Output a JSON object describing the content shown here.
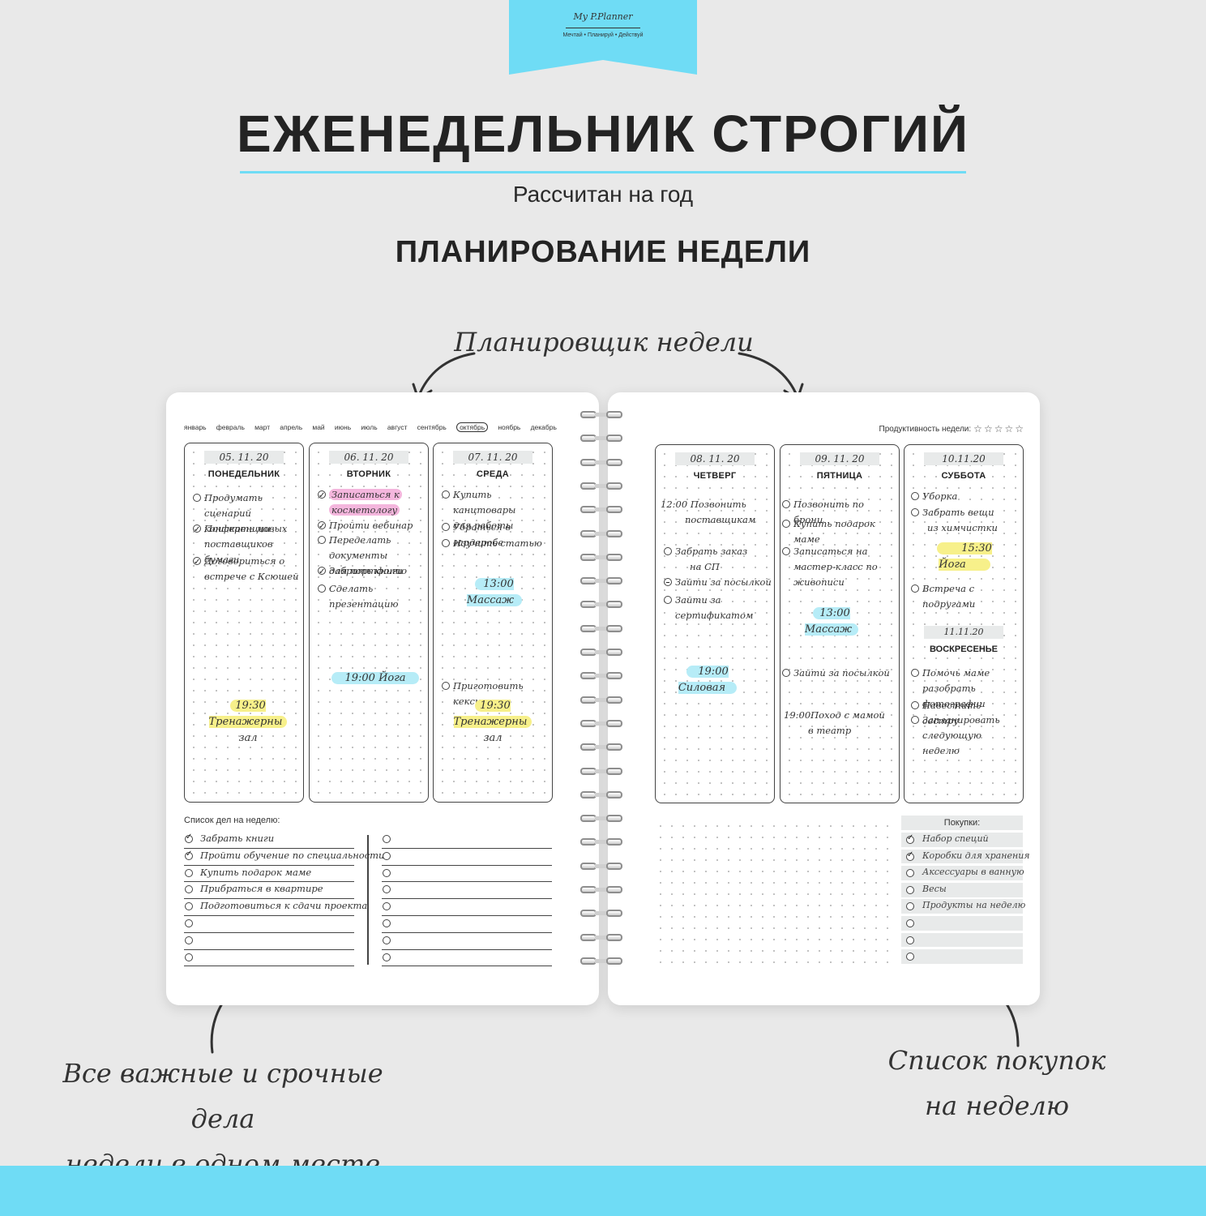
{
  "brand": {
    "logo_text": "My P.Planner",
    "tagline": "Мечтай • Планируй • Действуй",
    "ribbon_color": "#6fdcf5"
  },
  "header": {
    "title": "ЕЖЕНЕДЕЛЬНИК СТРОГИЙ",
    "subtitle": "Рассчитан на год",
    "section": "ПЛАНИРОВАНИЕ НЕДЕЛИ"
  },
  "callouts": {
    "top": "Планировщик недели",
    "bottom_left_1": "Все важные и срочные дела",
    "bottom_left_2": "недели в одном месте",
    "bottom_right_1": "Список покупок",
    "bottom_right_2": "на неделю"
  },
  "months": {
    "items": [
      "январь",
      "февраль",
      "март",
      "апрель",
      "май",
      "июнь",
      "июль",
      "август",
      "сентябрь",
      "октябрь",
      "ноябрь",
      "декабрь"
    ],
    "current_index": 9
  },
  "productivity": {
    "label": "Продуктивность недели:",
    "stars_total": 5,
    "stars_filled": 0
  },
  "days": {
    "mon": {
      "date": "05. 11. 20",
      "name": "ПОНЕДЕЛЬНИК",
      "tasks": [
        {
          "text": "Продумать сценарий",
          "cont": "конференции",
          "state": "open"
        },
        {
          "text": "Поискать новых",
          "cont": "поставщиков бумаги",
          "state": "done"
        },
        {
          "text": "Договориться о",
          "cont": "встрече с Ксюшей",
          "state": "done"
        }
      ],
      "event": {
        "time": "19:30",
        "title": "Тренажерны",
        "cont": "зал",
        "color": "yellow"
      }
    },
    "tue": {
      "date": "06. 11. 20",
      "name": "ВТОРНИК",
      "tasks": [
        {
          "text": "Записаться к",
          "cont": "косметологу",
          "state": "done"
        },
        {
          "text": "Пройти вебинар",
          "state": "done"
        },
        {
          "text": "Переделать документы",
          "cont": "для портфолио",
          "state": "open"
        },
        {
          "text": "Забрать книги",
          "state": "done"
        },
        {
          "text": "Сделать презентацию",
          "state": "open"
        }
      ],
      "event": {
        "time": "19:00",
        "title": "Йога",
        "color": "blue"
      }
    },
    "wed": {
      "date": "07. 11. 20",
      "name": "СРЕДА",
      "tasks": [
        {
          "text": "Купить канцтовары",
          "cont": "для работы",
          "state": "open"
        },
        {
          "text": "Убраться в гардеробе",
          "state": "open"
        },
        {
          "text": "Изучить статью",
          "state": "open"
        }
      ],
      "event1": {
        "time": "13:00",
        "title": "Массаж",
        "color": "blue"
      },
      "task_late": "Приготовить кексики",
      "event2": {
        "time": "19:30",
        "title": "Тренажерны",
        "cont": "зал",
        "color": "yellow"
      }
    },
    "thu": {
      "date": "08. 11. 20",
      "name": "ЧЕТВЕРГ",
      "timed": {
        "time": "12:00",
        "text": "Позвонить",
        "cont": "поставщикам"
      },
      "tasks": [
        {
          "text": "Забрать заказ",
          "cont": "на СП",
          "state": "open"
        },
        {
          "text": "Зайти за посылкой",
          "state": "partial"
        },
        {
          "text": "Зайти за",
          "cont": "сертификатом",
          "state": "open"
        }
      ],
      "event": {
        "time": "19:00",
        "title": "Силовая",
        "color": "blue"
      }
    },
    "fri": {
      "date": "09. 11. 20",
      "name": "ПЯТНИЦА",
      "tasks": [
        {
          "text": "Позвонить по брони",
          "state": "open"
        },
        {
          "text": "Купить подарок маме",
          "state": "open"
        },
        {
          "text": "Записаться на",
          "cont": "мастер-класс по",
          "cont2": "живописи",
          "state": "open"
        }
      ],
      "event": {
        "time": "13:00",
        "title": "Массаж",
        "color": "blue"
      },
      "task_late": "Зайти за посылкой",
      "timed": {
        "time": "19:00",
        "text": "Поход с мамой",
        "cont": "в театр"
      }
    },
    "sat": {
      "date": "10.11.20",
      "name": "СУББОТА",
      "tasks": [
        {
          "text": "Уборка",
          "state": "open"
        },
        {
          "text": "Забрать вещи",
          "cont": "из химчистки",
          "state": "open"
        }
      ],
      "event": {
        "time": "15:30",
        "title": "Йога",
        "color": "yellow"
      },
      "task_late": "Встреча с подругами"
    },
    "sun": {
      "date": "11.11.20",
      "name": "ВОСКРЕСЕНЬЕ",
      "tasks": [
        {
          "text": "Помочь маме",
          "cont": "разобрать фотографии",
          "state": "open"
        },
        {
          "text": "Навестить сестру",
          "state": "open"
        },
        {
          "text": "Запланировать",
          "cont": "следующую неделю",
          "state": "open"
        }
      ]
    }
  },
  "weekly_todo": {
    "title": "Список дел на неделю:",
    "left": [
      {
        "text": "Забрать книги",
        "state": "done"
      },
      {
        "text": "Пройти обучение по специальности",
        "state": "done"
      },
      {
        "text": "Купить подарок маме",
        "state": "open"
      },
      {
        "text": "Прибраться в квартире",
        "state": "open"
      },
      {
        "text": "Подготовиться к сдачи проекта",
        "state": "open"
      },
      {
        "text": "",
        "state": "open"
      },
      {
        "text": "",
        "state": "open"
      },
      {
        "text": "",
        "state": "open"
      }
    ],
    "right": [
      {
        "text": "",
        "state": "open"
      },
      {
        "text": "",
        "state": "open"
      },
      {
        "text": "",
        "state": "open"
      },
      {
        "text": "",
        "state": "open"
      },
      {
        "text": "",
        "state": "open"
      },
      {
        "text": "",
        "state": "open"
      },
      {
        "text": "",
        "state": "open"
      },
      {
        "text": "",
        "state": "open"
      }
    ]
  },
  "shopping": {
    "title": "Покупки:",
    "items": [
      {
        "text": "Набор специй",
        "state": "done"
      },
      {
        "text": "Коробки для хранения",
        "state": "done"
      },
      {
        "text": "Аксессуары в ванную",
        "state": "open"
      },
      {
        "text": "Весы",
        "state": "open"
      },
      {
        "text": "Продукты на неделю",
        "state": "open"
      },
      {
        "text": "",
        "state": "open"
      },
      {
        "text": "",
        "state": "open"
      },
      {
        "text": "",
        "state": "open"
      }
    ]
  },
  "colors": {
    "accent": "#6fdcf5",
    "highlight_yellow": "#f7f08a",
    "highlight_blue": "#b6ecf7",
    "highlight_pink": "#f4b6dd",
    "background": "#e9e9e9"
  }
}
